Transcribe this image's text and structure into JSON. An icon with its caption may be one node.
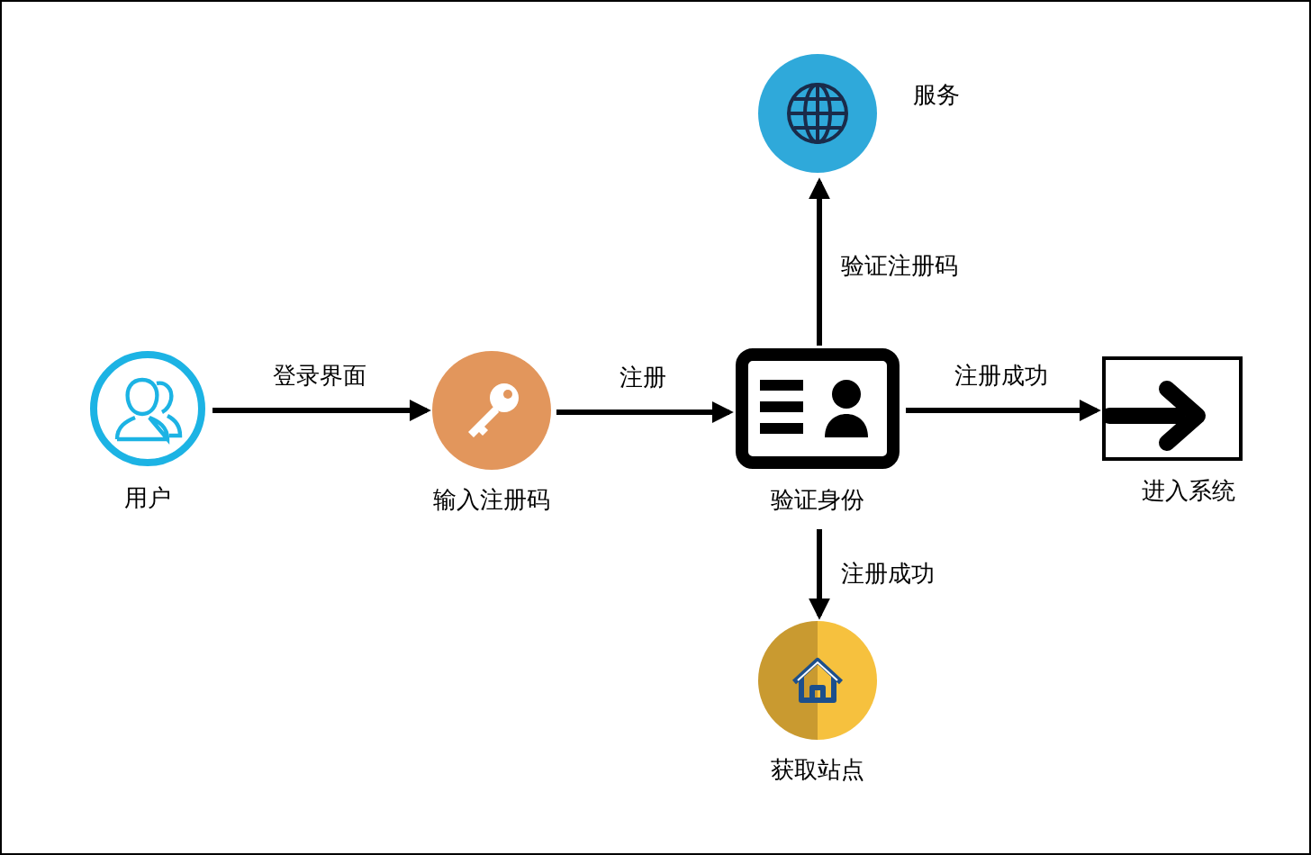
{
  "diagram": {
    "nodes": [
      {
        "text": [
          "用户"
        ]
      },
      {
        "text": [
          "输入注册码"
        ]
      },
      {
        "text": [
          "验证身份"
        ]
      },
      {
        "text": [
          "服务"
        ]
      },
      {
        "text": [
          "进入系统"
        ]
      },
      {
        "text": [
          "获取站点"
        ]
      }
    ],
    "edges": [
      {
        "from": 0,
        "to": 1,
        "arrow": "to",
        "label": "登录界面"
      },
      {
        "from": 1,
        "to": 2,
        "arrow": "to",
        "label": "注册"
      },
      {
        "from": 2,
        "to": 3,
        "arrow": "to",
        "label": "验证注册码"
      },
      {
        "from": 2,
        "to": 4,
        "arrow": "to",
        "label": "注册成功"
      },
      {
        "from": 2,
        "to": 5,
        "arrow": "to",
        "label": "注册成功"
      }
    ]
  }
}
